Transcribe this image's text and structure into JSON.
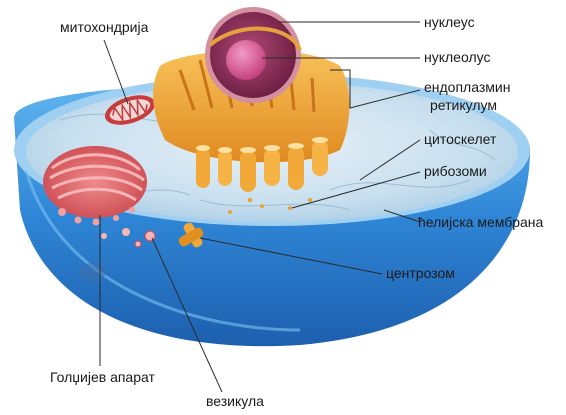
{
  "diagram": {
    "labels": {
      "mitochondria": "митохондрија",
      "nucleus": "нуклеус",
      "nucleolus": "нуклеолус",
      "er_line1": "ендоплазмин",
      "er_line2": "ретикулум",
      "cytoskeleton": "цитоскелет",
      "ribosomes": "рибозоми",
      "cell_membrane": "ћелијска мембрана",
      "centrosome": "центрозом",
      "golgi": "Голџијев апарат",
      "vesicle": "везикула"
    },
    "colors": {
      "membrane_blue": "#2f86d6",
      "membrane_dark": "#1d5fae",
      "cytoplasm": "#c8dfee",
      "er_orange": "#f0a53a",
      "nucleus_purple": "#8a2a55",
      "nucleolus_pink": "#d54a8a",
      "golgi_red": "#d64f58",
      "mitochondria_red": "#c73b3b"
    }
  }
}
